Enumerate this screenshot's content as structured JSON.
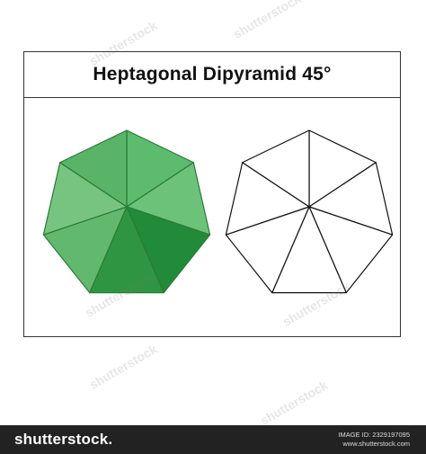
{
  "title": "Heptagonal Dipyramid 45°",
  "colors": {
    "top": "#59b468",
    "top_right": "#5dbb6e",
    "right": "#6dc27a",
    "left_top": "#76c47f",
    "left_bottom": "#62b86f",
    "bottom_left": "#2f9542",
    "bottom_right": "#228b3a",
    "edge_colored": "#2a7a38",
    "edge_outline": "#111111"
  },
  "footer": {
    "brand": "shutterstock.",
    "image_id": "IMAGE ID: 2329197095",
    "site": "www.shutterstock.com"
  },
  "watermark": "shutterstock"
}
